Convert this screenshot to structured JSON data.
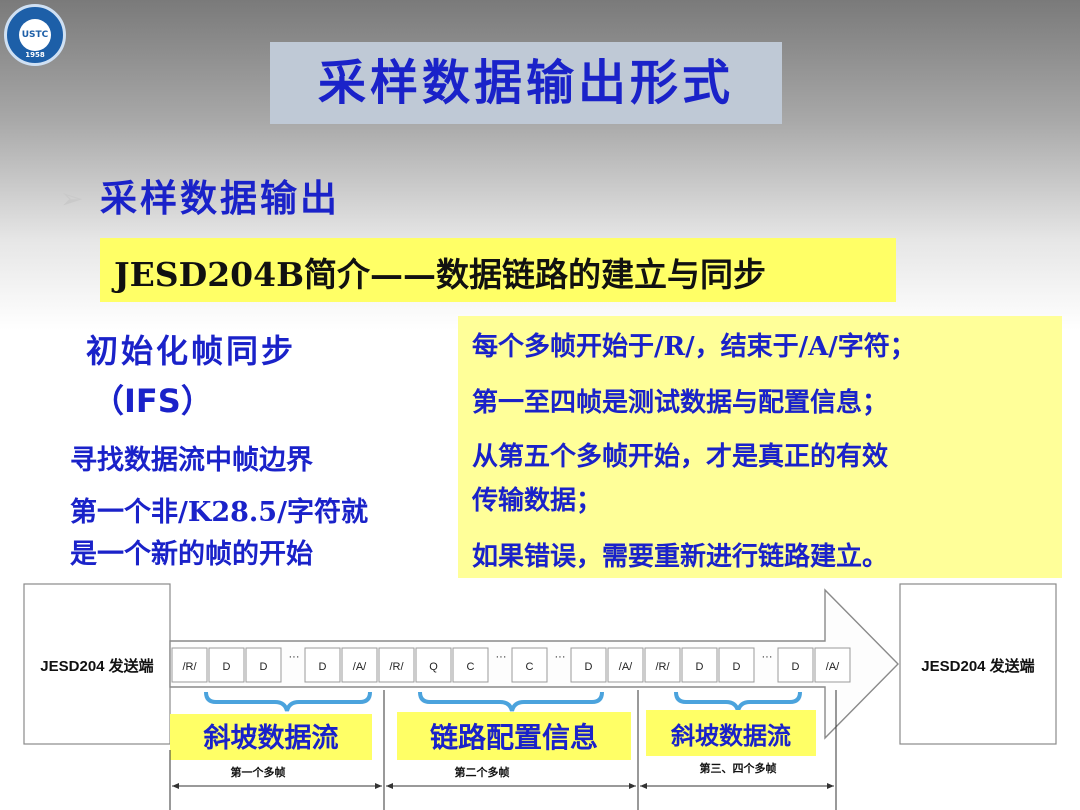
{
  "logo": {
    "text": "USTC",
    "year": "1958"
  },
  "title": "采样数据输出形式",
  "subtitle": "采样数据输出",
  "highlight_box": "JESD204B简介——数据链路的建立与同步",
  "left": {
    "heading": "初始化帧同步",
    "heading_sub": "（IFS）",
    "lines": [
      "寻找数据流中帧边界",
      "第一个非/K28.5/字符就",
      "是一个新的帧的开始"
    ]
  },
  "right_box": {
    "lines": [
      "每个多帧开始于/R/，结束于/A/字符；",
      "第一至四帧是测试数据与配置信息；",
      "从第五个多帧开始，才是真正的有效",
      "传输数据；",
      "如果错误，需要重新进行链路建立。"
    ]
  },
  "diagram": {
    "left_box": "JESD204 发送端",
    "right_box": "JESD204 发送端",
    "ellipsis": "···",
    "cells": [
      {
        "t": "/R/"
      },
      {
        "t": "D"
      },
      {
        "t": "D"
      },
      {
        "t": "···",
        "gap": true
      },
      {
        "t": "D"
      },
      {
        "t": "/A/"
      },
      {
        "t": "/R/"
      },
      {
        "t": "Q"
      },
      {
        "t": "C"
      },
      {
        "t": "···",
        "gap": true
      },
      {
        "t": "C"
      },
      {
        "t": "···",
        "gap": true
      },
      {
        "t": "D"
      },
      {
        "t": "/A/"
      },
      {
        "t": "/R/"
      },
      {
        "t": "D"
      },
      {
        "t": "D"
      },
      {
        "t": "···",
        "gap": true
      },
      {
        "t": "D"
      },
      {
        "t": "/A/"
      }
    ],
    "labels": [
      "斜坡数据流",
      "链路配置信息",
      "斜坡数据流"
    ],
    "frames": [
      "第一个多帧",
      "第二个多帧",
      "第三、四个多帧"
    ]
  },
  "colors": {
    "title_text": "#1a22c9",
    "title_bg": "#bfc9d6",
    "yellow": "#ffff66",
    "yellow_light": "#ffff99",
    "brace": "#4ba3dd"
  }
}
